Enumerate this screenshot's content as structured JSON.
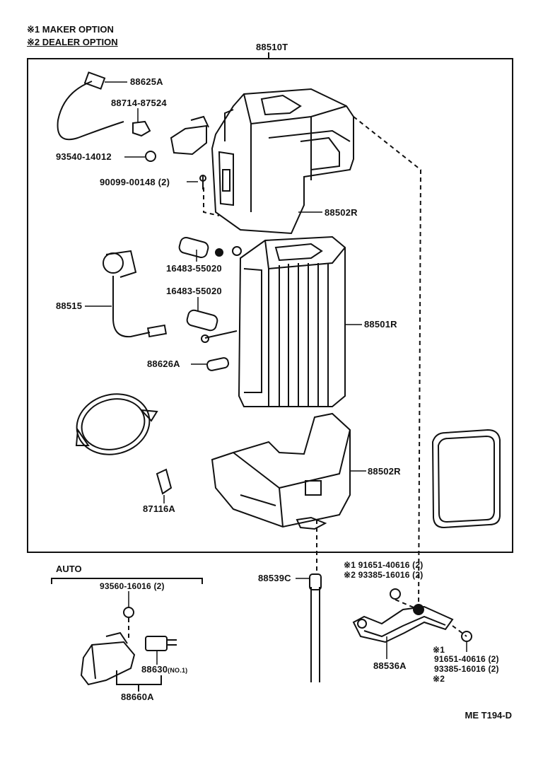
{
  "legend": {
    "item1": "※1 MAKER OPTION",
    "item2": "※2 DEALER OPTION"
  },
  "assembly_label": "88510T",
  "parts": {
    "p88625A": "88625A",
    "p88714": "88714-87524",
    "p93540": "93540-14012",
    "p90099": "90099-00148 (2)",
    "p88502R_top": "88502R",
    "p16483_a": "16483-55020",
    "p16483_b": "16483-55020",
    "p88515": "88515",
    "p88501R": "88501R",
    "p88626A": "88626A",
    "p88502R_bottom": "88502R",
    "p87116A": "87116A",
    "p88539C": "88539C",
    "p91651_top": "※1 91651-40616 (2)",
    "p93385_top": "※2 93385-16016 (2)",
    "p88536A": "88536A",
    "p91651_side": "91651-40616 (2)",
    "p93385_side": "93385-16016 (2)",
    "mark1_side": "※1",
    "mark2_side": "※2",
    "p93560": "93560-16016 (2)",
    "p88630": "88630",
    "p88630_note": "(NO.1)",
    "p88660A": "88660A"
  },
  "auto_section": "AUTO",
  "diagram_code": "ME T194-D"
}
